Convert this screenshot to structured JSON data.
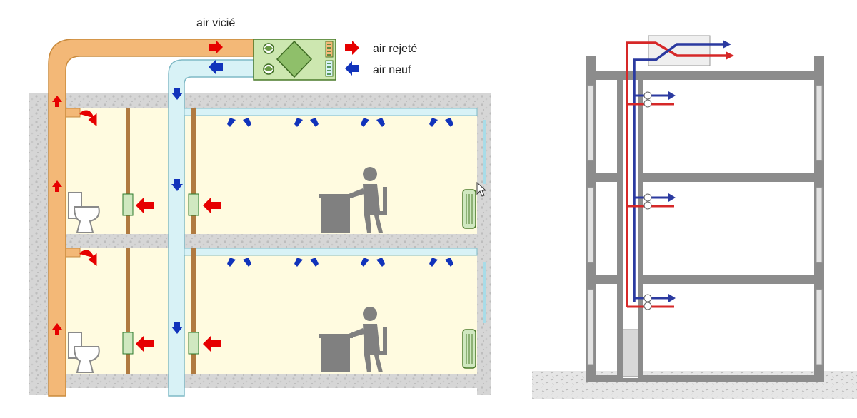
{
  "left_diagram": {
    "labels": {
      "exhaust_in": "air vicié",
      "exhaust_out": "air rejeté",
      "fresh_in": "air neuf"
    },
    "colors": {
      "exhaust_duct": "#f3b877",
      "fresh_duct": "#d8f2f6",
      "room": "#fffbe0",
      "concrete": "#d3d3d3",
      "arrow_red": "#e60000",
      "arrow_blue": "#1133bb",
      "heat_exchanger": "#cde7b0"
    },
    "icons": [
      "toilet-icon",
      "person-at-desk-icon",
      "radiator-icon",
      "heat-exchanger-icon",
      "fan-icon"
    ]
  },
  "right_diagram": {
    "colors": {
      "supply_riser": "#d62828",
      "return_riser": "#2b3aa0",
      "structure": "#8c8c8c",
      "ground": "#e0e0e0"
    },
    "floors": 3
  }
}
